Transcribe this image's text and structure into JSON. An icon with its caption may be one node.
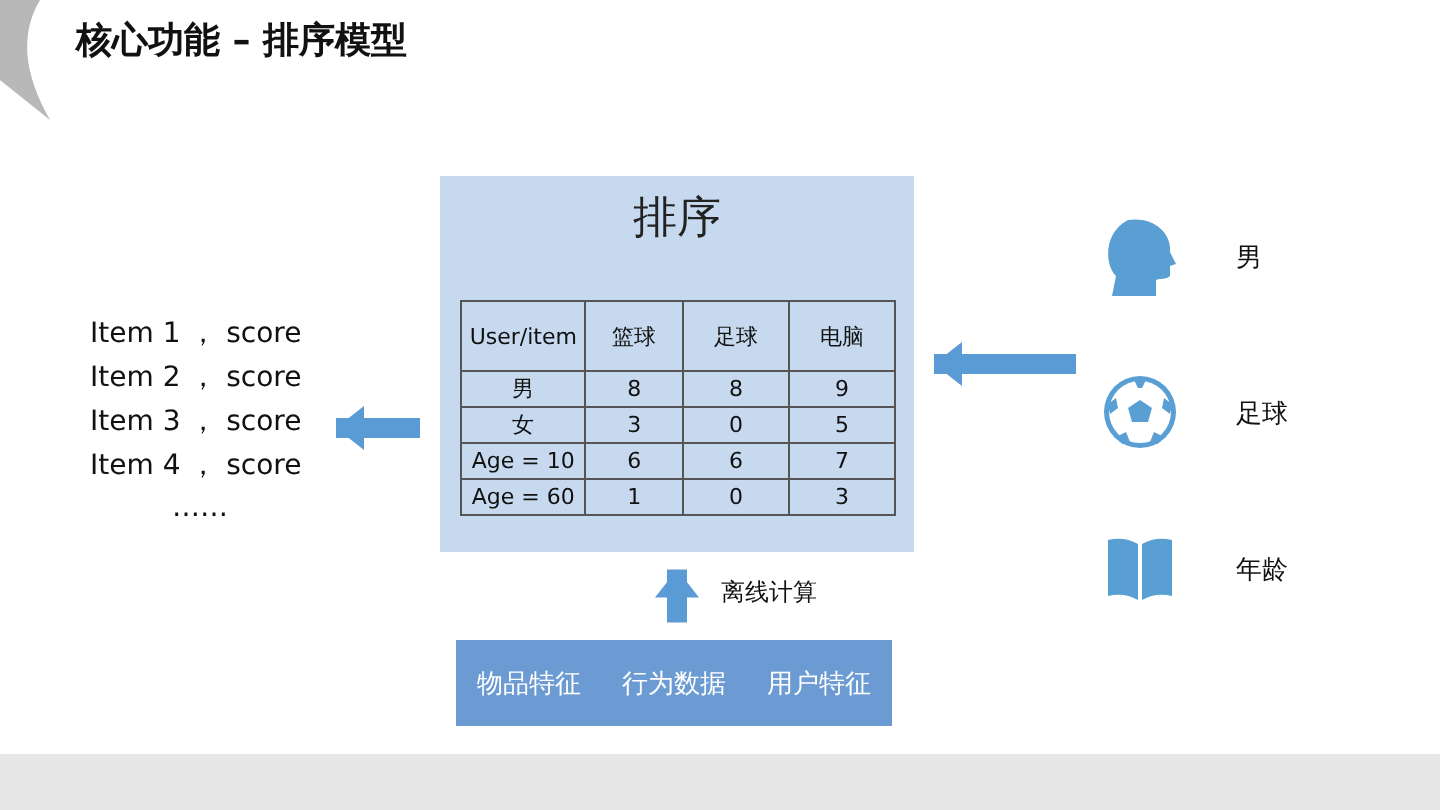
{
  "diagram": {
    "title": "核心功能 – 排序模型",
    "nodes": [
      {
        "text": [
          "Item 1 ， score",
          "Item 2 ， score",
          "Item 3 ， score",
          "Item 4 ， score",
          "……"
        ]
      },
      {
        "text": [
          "排序"
        ]
      },
      {
        "text": [
          "物品特征",
          "行为数据",
          "用户特征"
        ]
      },
      {
        "text": [
          "男",
          "足球",
          "年龄"
        ]
      }
    ],
    "edges": [
      {
        "from": 1,
        "to": 0,
        "arrow": "to"
      },
      {
        "from": 3,
        "to": 1,
        "arrow": "to"
      },
      {
        "from": 2,
        "to": 1,
        "arrow": "to",
        "label": "离线计算"
      }
    ],
    "labels": [
      "User/item",
      "篮球",
      "足球",
      "电脑",
      "男",
      "8",
      "8",
      "9",
      "女",
      "3",
      "0",
      "5",
      "Age = 10",
      "6",
      "6",
      "7",
      "Age = 60",
      "1",
      "0",
      "3"
    ]
  }
}
